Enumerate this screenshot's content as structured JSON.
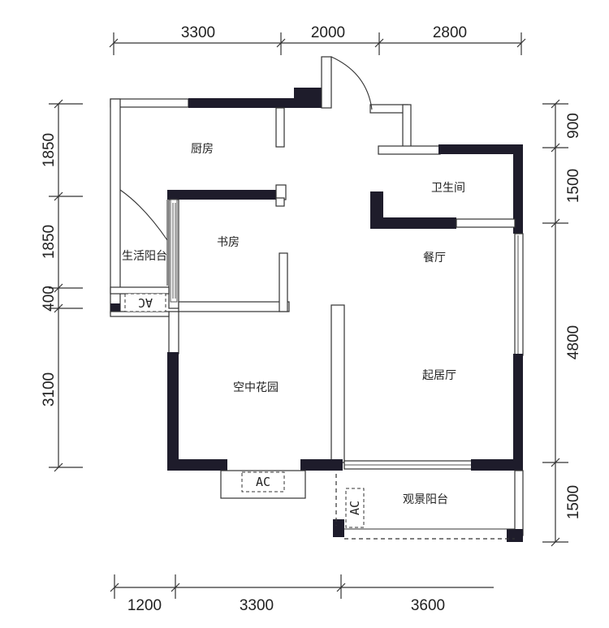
{
  "dimensions": {
    "top": [
      "3300",
      "2000",
      "2800"
    ],
    "bottom": [
      "1200",
      "3300",
      "3600"
    ],
    "left": [
      "1850",
      "1850",
      "400",
      "3100"
    ],
    "right": [
      "900",
      "1500",
      "4800",
      "1500"
    ]
  },
  "rooms": {
    "kitchen": "厨房",
    "bathroom": "卫生间",
    "utility_balcony": "生活阳台",
    "study": "书房",
    "dining": "餐厅",
    "living": "起居厅",
    "sky_garden": "空中花园",
    "view_balcony": "观景阳台"
  },
  "ac_units": {
    "utility": "AC",
    "garden": "AC",
    "view": "AC"
  },
  "colors": {
    "wall": "#1e1c2b"
  }
}
